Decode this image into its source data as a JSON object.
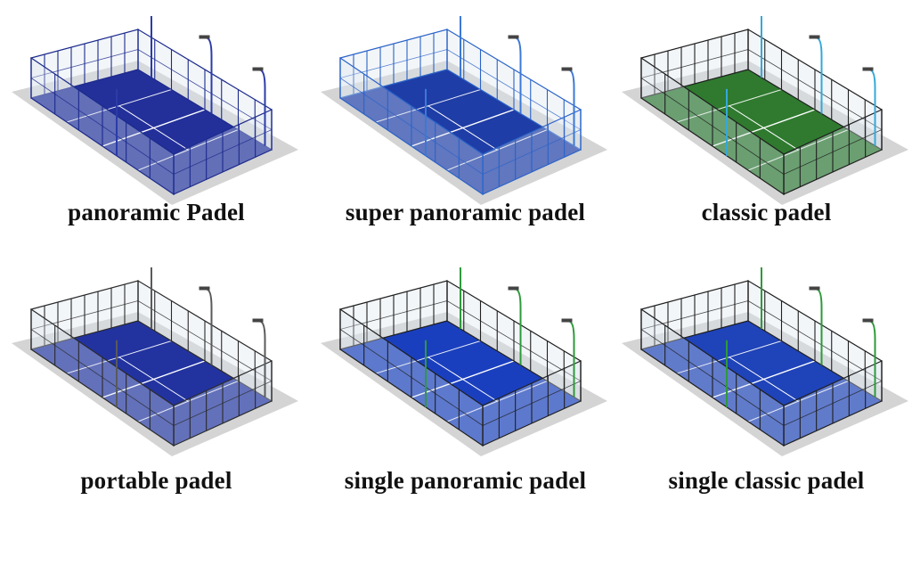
{
  "courts": [
    {
      "name": "panoramic Padel",
      "floor": "#23309a",
      "floor_dark": "#1a2580",
      "frame": "#1c2a8c",
      "lights": "#2b3ca8",
      "pattern": "panoramic"
    },
    {
      "name": "super panoramic padel",
      "floor": "#1f3da6",
      "floor_dark": "#162f86",
      "frame": "#2a63c8",
      "lights": "#3b78d6",
      "pattern": "super"
    },
    {
      "name": "classic padel",
      "floor": "#2f7a2f",
      "floor_dark": "#245f25",
      "frame": "#1f1f1f",
      "lights": "#35a8d8",
      "pattern": "classic"
    },
    {
      "name": "portable padel",
      "floor": "#2233a0",
      "floor_dark": "#182680",
      "frame": "#2a2a2a",
      "lights": "#5a5a5a",
      "pattern": "portable"
    },
    {
      "name": "single panoramic padel",
      "floor": "#1a3fbe",
      "floor_dark": "#12309a",
      "frame": "#1f1f1f",
      "lights": "#2e9a3a",
      "pattern": "single-panoramic"
    },
    {
      "name": "single classic padel",
      "floor": "#1f43b8",
      "floor_dark": "#173396",
      "frame": "#1f1f1f",
      "lights": "#2e9a3a",
      "pattern": "single-classic"
    }
  ]
}
